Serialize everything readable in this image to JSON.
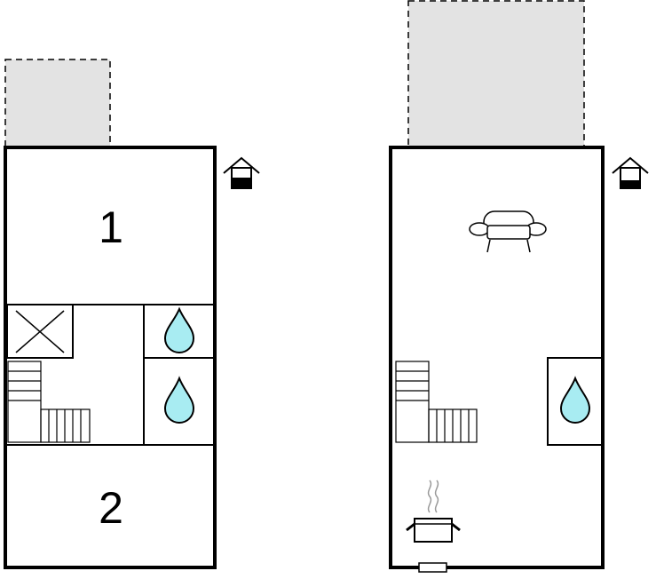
{
  "floors": [
    {
      "id": "ground-floor",
      "rooms": [
        {
          "name": "bedroom-1",
          "label": "1"
        },
        {
          "name": "bedroom-2",
          "label": "2"
        }
      ],
      "icons": [
        "house-level-icon",
        "closet-x-icon",
        "water-drop-icon",
        "water-drop-icon",
        "staircase-icon"
      ]
    },
    {
      "id": "upper-floor",
      "rooms": [],
      "icons": [
        "house-level-icon",
        "sofa-icon",
        "water-drop-icon",
        "staircase-icon",
        "cooking-pot-icon"
      ]
    }
  ],
  "colors": {
    "wall": "#000000",
    "terrace": "#e3e3e3",
    "water": "#a8ecf2",
    "steam": "#999999",
    "background": "#ffffff"
  }
}
